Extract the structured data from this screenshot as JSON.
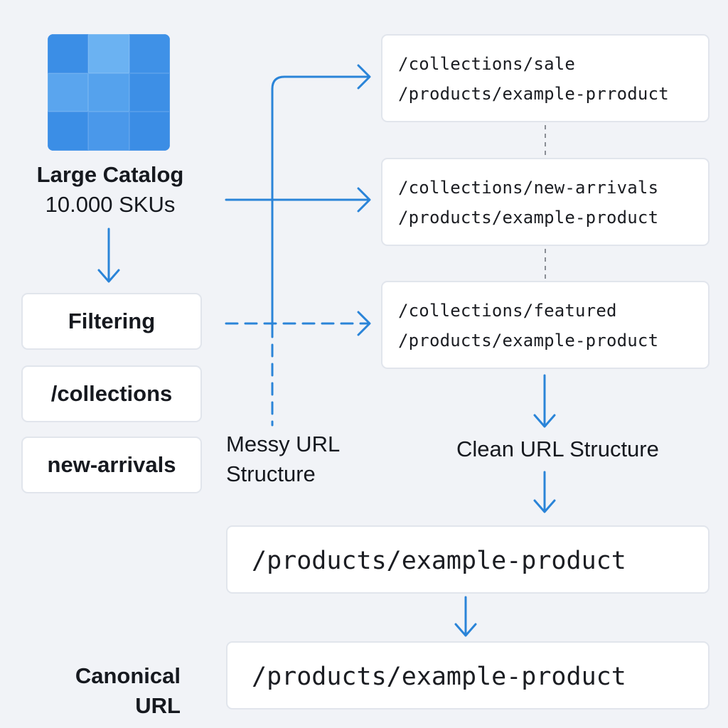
{
  "catalog": {
    "icon": "grid-icon",
    "title": "Large Catalog",
    "subtitle": "10.000 SKUs"
  },
  "left_items": [
    "Filtering",
    "/collections",
    "new-arrivals"
  ],
  "messy_label": [
    "Messy URL",
    "Structure"
  ],
  "clean_label": "Clean URL Structure",
  "url_cards": [
    {
      "line1": "/collections/sale",
      "line2": "/products/example-prroduct"
    },
    {
      "line1": "/collections/new-arrivals",
      "line2": "/products/example-product"
    },
    {
      "line1": "/collections/featured",
      "line2": "/products/example-product"
    }
  ],
  "clean_url": "/products/example-product",
  "canonical": {
    "label": [
      "Canonical",
      "URL"
    ],
    "url": "/products/example-product"
  },
  "colors": {
    "accent": "#2a84d8",
    "background": "#f1f3f7",
    "card_border": "#e1e5ec",
    "dashed_divider": "#8a8e95"
  }
}
